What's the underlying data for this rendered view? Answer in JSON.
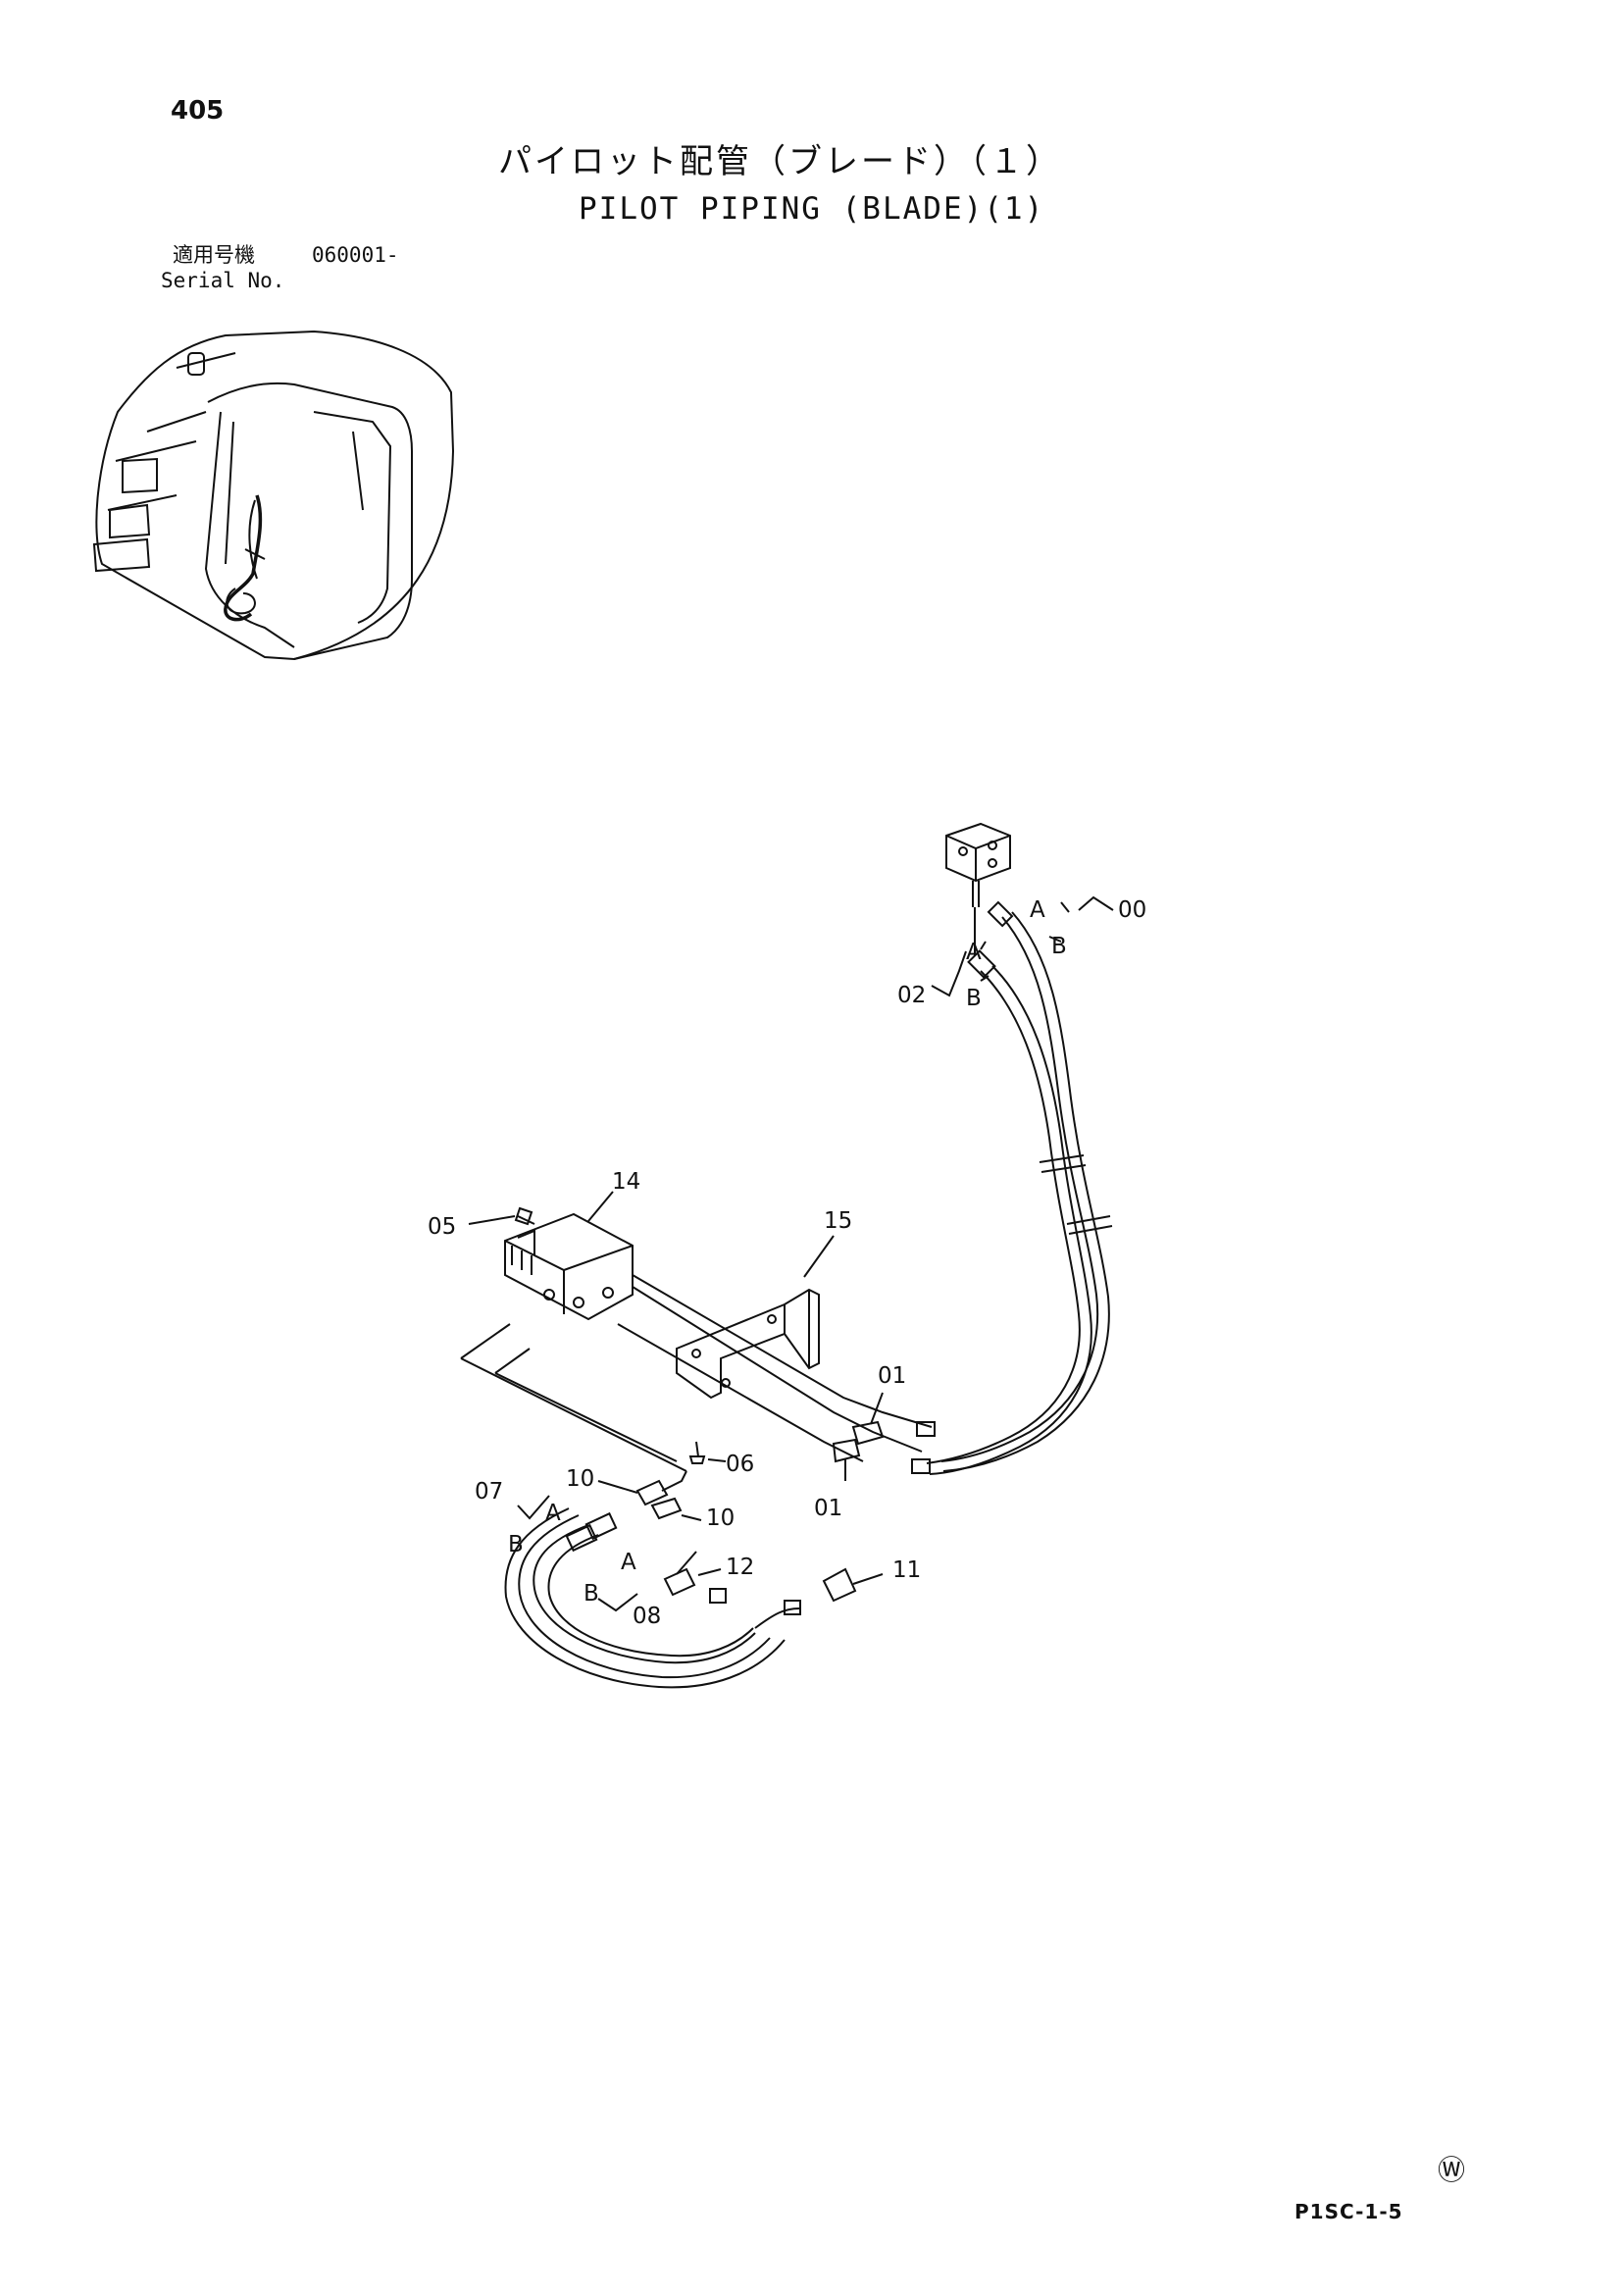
{
  "page": {
    "number": "405",
    "title_jp": "パイロット配管（ブレード）（１）",
    "title_en": "PILOT PIPING (BLADE)(1)",
    "serial_label_jp": "適用号機",
    "serial_value": "060001-",
    "serial_label_en": "Serial No.",
    "watermark_symbol": "Ⓦ",
    "page_code": "P1SC-1-5"
  },
  "diagram": {
    "callouts": [
      "00",
      "01",
      "01",
      "02",
      "05",
      "06",
      "07",
      "08",
      "10",
      "10",
      "11",
      "12",
      "14",
      "15"
    ],
    "port_labels": [
      "A",
      "B",
      "A",
      "B",
      "A",
      "B",
      "A",
      "B"
    ]
  }
}
